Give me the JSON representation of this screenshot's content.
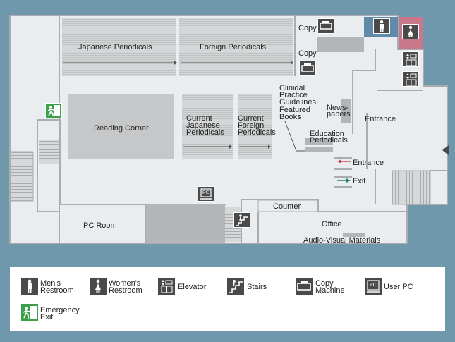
{
  "rooms": {
    "japanese_periodicals": "Japanese Periodicals",
    "foreign_periodicals": "Foreign Periodicals",
    "reading_corner": "Reading Corner",
    "current_japanese": [
      "Current",
      "Japanese",
      "Periodicals"
    ],
    "current_foreign": [
      "Current",
      "Foreign",
      "Periodicals"
    ],
    "clinical_guidelines": [
      "Clinidal",
      "Practice",
      "Guidelines·",
      "Featured",
      "Books"
    ],
    "newspapers": [
      "News-",
      "papers"
    ],
    "education_periodicals": [
      "Education",
      "Periodicals"
    ],
    "entrance_main": "Entrance",
    "entrance_arrow": "Entrance",
    "exit_arrow": "Exit",
    "copy_top": "Copy",
    "copy_second": "Copy",
    "pc_room": "PC Room",
    "counter": "Counter",
    "office": "Office",
    "audio_visual": "Audio-Visual Materials"
  },
  "icons": {
    "pc_text": "PC"
  },
  "legend": {
    "mens_restroom": [
      "Men's",
      "Restroom"
    ],
    "womens_restroom": [
      "Women's",
      "Restroom"
    ],
    "elevator": "Elevator",
    "stairs": "Stairs",
    "copy_machine": [
      "Copy",
      "Machine"
    ],
    "user_pc": "User PC",
    "user_pc_icon_text": "PC",
    "emergency_exit": [
      "Emergency",
      "Exit"
    ]
  },
  "colors": {
    "background": "#6f98ad",
    "floor": "#e9edef",
    "wall": "#a9adb0",
    "shelf_dark": "#bcbcbc",
    "icon_dark": "#4a4a4a",
    "womens_pink": "#c9778a",
    "mens_blue": "#5f8aa8",
    "emergency_green": "#3aa14a",
    "entrance_arrow_red": "#c9484a",
    "exit_arrow_green": "#2f7a6a"
  }
}
